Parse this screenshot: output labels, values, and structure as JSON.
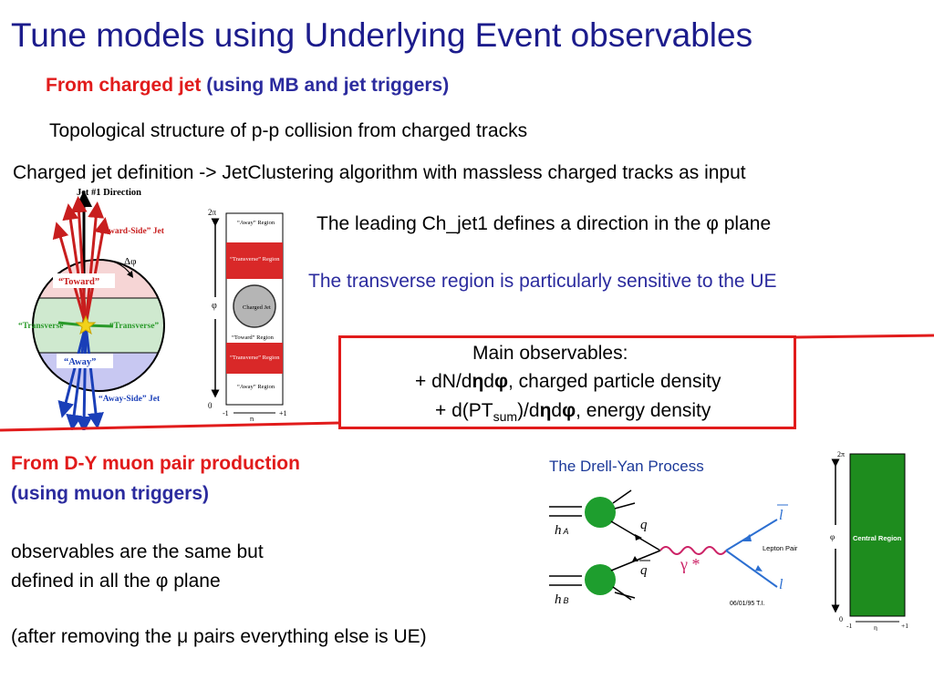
{
  "title": "Tune models using Underlying Event observables",
  "subtitle": {
    "part1": "From charged jet",
    "part2": "(using MB and jet triggers)"
  },
  "topology_text": "Topological structure of p-p collision  from charged tracks",
  "jet_definition_text": "Charged jet definition -> JetClustering algorithm with massless charged tracks as input",
  "leading_jet": {
    "before": "The leading Ch_jet1 defines a direction in the ",
    "symbol": "φ",
    "after": " plane"
  },
  "transverse_text": "The transverse region is particularly sensitive to the UE",
  "observables": {
    "title": "Main observables:",
    "item1": {
      "before": "+ dN/d",
      "eta": "η",
      "d": "d",
      "phi": "φ",
      "after": ", charged particle density"
    },
    "item2": {
      "before": "+ d(PT",
      "sub": "sum",
      "mid": ")/d",
      "eta": "η",
      "d": "d",
      "phi": "φ",
      "after": ", energy density"
    }
  },
  "dy": {
    "title": "From D-Y muon pair production",
    "triggers": "(using muon triggers)",
    "line1": "observables are the same but",
    "line2": {
      "before": "defined in all the ",
      "symbol": "φ",
      "after": " plane"
    },
    "after_removing": {
      "before": "(after removing the ",
      "symbol": "μ",
      "after": " pairs everything else is UE)"
    }
  },
  "jet_diagram": {
    "direction_label": "Jet #1 Direction",
    "toward_side_jet": "“Toward-Side” Jet",
    "delta_phi": "Δφ",
    "toward": "“Toward”",
    "transverse_left": "“Transverse”",
    "transverse_right": "“Transverse”",
    "away": "“Away”",
    "away_side_jet": "“Away-Side” Jet"
  },
  "region_diagram": {
    "two_pi": "2π",
    "phi": "φ",
    "zero": "0",
    "minus_one": "-1",
    "plus_one": "+1",
    "eta": "η",
    "away_region_top": "“Away” Region",
    "transverse_region_top": "“Transverse” Region",
    "charged_jet": "Charged Jet",
    "toward_region": "“Toward” Region",
    "transverse_region_bottom": "“Transverse” Region",
    "away_region_bottom": "“Away” Region",
    "colors": {
      "transverse": "#d92828",
      "jet": "#b5b5b5"
    }
  },
  "drell_yan": {
    "title": "The Drell-Yan Process",
    "h_a": "h",
    "a_sub": "A",
    "h_b": "h",
    "b_sub": "B",
    "q": "q",
    "qbar": "q",
    "gamma": "γ *",
    "lbar": "l",
    "l": "l",
    "lepton_pair": "Lepton Pair",
    "date_note": "06/01/95  T.I.",
    "colors": {
      "hadron": "#1e9e2e",
      "photon": "#cc2266",
      "lepton": "#2c6fd1"
    }
  },
  "central_diagram": {
    "two_pi": "2π",
    "phi": "φ",
    "zero": "0",
    "minus_one": "-1",
    "plus_one": "+1",
    "eta": "η",
    "label": "Central Region",
    "color": "#1e8c1e"
  }
}
